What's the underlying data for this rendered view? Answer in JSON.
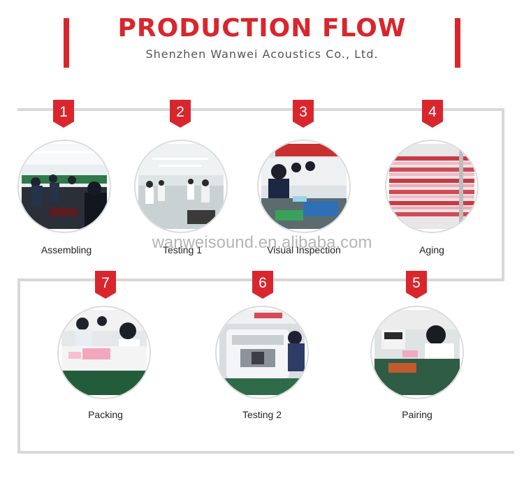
{
  "header": {
    "title": "PRODUCTION FLOW",
    "subtitle": "Shenzhen Wanwei Acoustics Co., Ltd."
  },
  "watermark": "wanweisound.en.alibaba.com",
  "colors": {
    "accent": "#d9262d",
    "line": "#d8d8d8",
    "text": "#222222"
  },
  "steps": [
    {
      "number": "1",
      "label": "Assembling",
      "scene": "assembly-line-photo"
    },
    {
      "number": "2",
      "label": "Testing 1",
      "scene": "factory-floor-photo"
    },
    {
      "number": "3",
      "label": "Visual Inspection",
      "scene": "inspection-photo"
    },
    {
      "number": "4",
      "label": "Aging",
      "scene": "aging-rack-photo"
    },
    {
      "number": "5",
      "label": "Pairing",
      "scene": "pairing-photo"
    },
    {
      "number": "6",
      "label": "Testing 2",
      "scene": "testing-machine-photo"
    },
    {
      "number": "7",
      "label": "Packing",
      "scene": "packing-photo"
    }
  ]
}
